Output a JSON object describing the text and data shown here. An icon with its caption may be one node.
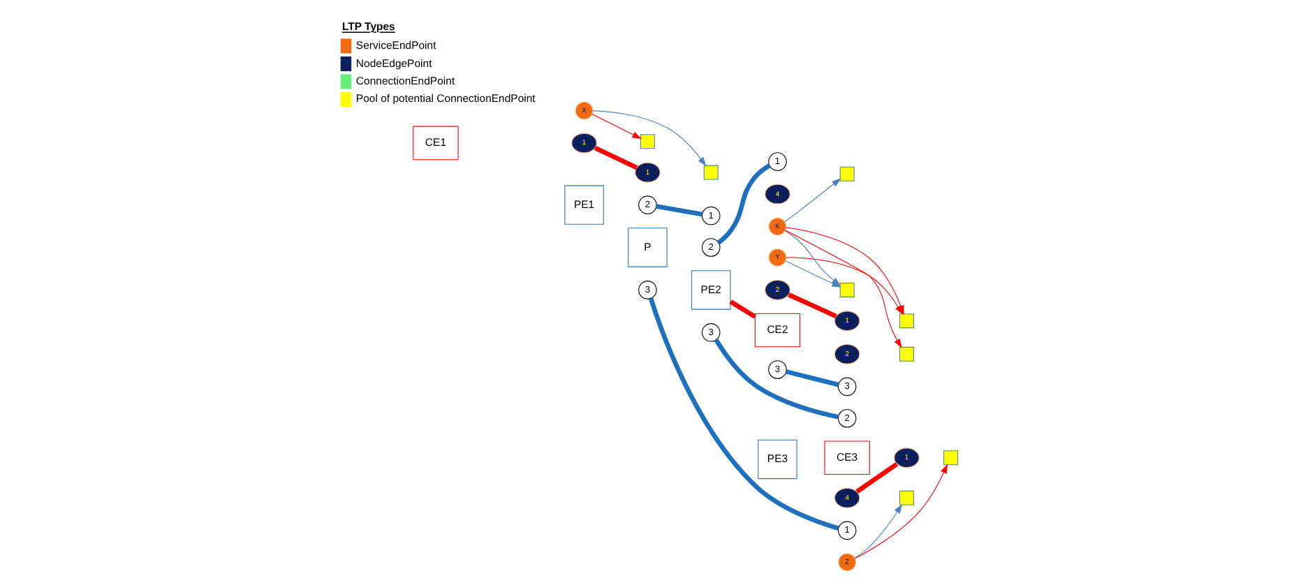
{
  "diagram": {
    "nodes": [
      {
        "text": [
          "CE1"
        ]
      },
      {
        "text": [
          "PE1"
        ]
      },
      {
        "text": [
          "P"
        ]
      },
      {
        "text": [
          "PE2"
        ]
      },
      {
        "text": [
          "CE2"
        ]
      },
      {
        "text": [
          "PE3"
        ]
      },
      {
        "text": [
          "CE3"
        ]
      },
      {
        "text": [
          "X"
        ]
      },
      {
        "text": [
          "Y"
        ]
      },
      {
        "text": [
          "K"
        ]
      },
      {
        "text": [
          "Z"
        ]
      },
      {
        "text": [
          "2"
        ]
      },
      {
        "text": [
          "3"
        ]
      },
      {
        "text": [
          "1"
        ]
      },
      {
        "text": [
          "2"
        ]
      },
      {
        "text": [
          "3"
        ]
      },
      {
        "text": [
          "1"
        ]
      },
      {
        "text": [
          "3"
        ]
      },
      {
        "text": [
          "2"
        ]
      },
      {
        "text": [
          "1"
        ]
      },
      {
        "text": [
          "3"
        ]
      },
      {
        "text": [
          "1"
        ]
      },
      {
        "text": [
          "1"
        ]
      },
      {
        "text": [
          "2"
        ]
      },
      {
        "text": [
          "1"
        ]
      },
      {
        "text": [
          "2"
        ]
      },
      {
        "text": [
          "4"
        ]
      },
      {
        "text": [
          "4"
        ]
      },
      {
        "text": [
          "1"
        ]
      },
      {
        "text": [],
        "shape": "box"
      },
      {
        "text": [],
        "shape": "box"
      },
      {
        "text": [],
        "shape": "box"
      },
      {
        "text": [],
        "shape": "box"
      },
      {
        "text": [],
        "shape": "box"
      },
      {
        "text": [],
        "shape": "box"
      },
      {
        "text": [],
        "shape": "box"
      },
      {
        "text": [],
        "shape": "box"
      }
    ],
    "edges": [
      {
        "from": 11,
        "to": 13,
        "arrow": "none",
        "style": "thick",
        "color": "#1f6fbf"
      },
      {
        "from": 12,
        "to": 19,
        "arrow": "none",
        "style": "thick",
        "color": "#1f6fbf"
      },
      {
        "from": 14,
        "to": 16,
        "arrow": "none",
        "style": "thick",
        "color": "#1f6fbf"
      },
      {
        "from": 15,
        "to": 18,
        "arrow": "none",
        "style": "thick",
        "color": "#1f6fbf"
      },
      {
        "from": 17,
        "to": 20,
        "arrow": "none",
        "style": "thick",
        "color": "#1f6fbf"
      },
      {
        "from": 21,
        "to": 22,
        "arrow": "none",
        "style": "thick",
        "color": "#ff0000"
      },
      {
        "from": 23,
        "to": 24,
        "arrow": "none",
        "style": "thick",
        "color": "#ff0000"
      },
      {
        "from": 3,
        "to": 4,
        "arrow": "none",
        "style": "thick",
        "color": "#ff0000"
      },
      {
        "from": 27,
        "to": 28,
        "arrow": "none",
        "style": "thick",
        "color": "#ff0000"
      },
      {
        "from": 7,
        "to": 29,
        "arrow": "to",
        "color": "#ff0000"
      },
      {
        "from": 7,
        "to": 30,
        "arrow": "to",
        "color": "#4f81bd"
      },
      {
        "from": 8,
        "to": 33,
        "arrow": "to",
        "color": "#4f81bd"
      },
      {
        "from": 8,
        "to": 35,
        "arrow": "to",
        "color": "#ff0000"
      },
      {
        "from": 9,
        "to": 33,
        "arrow": "to",
        "color": "#4f81bd"
      },
      {
        "from": 9,
        "to": 34,
        "arrow": "to",
        "color": "#4f81bd"
      },
      {
        "from": 9,
        "to": 35,
        "arrow": "to",
        "color": "#ff0000"
      },
      {
        "from": 9,
        "to": 36,
        "arrow": "to",
        "color": "#ff0000"
      },
      {
        "from": 10,
        "to": 31,
        "arrow": "to",
        "color": "#4f81bd"
      },
      {
        "from": 10,
        "to": 32,
        "arrow": "to",
        "color": "#ff0000"
      }
    ],
    "labels": [
      "LTP Types"
    ],
    "legend": [
      {
        "text": "ServiceEndPoint",
        "color": "#f26b0f"
      },
      {
        "text": "NodeEdgePoint",
        "color": "#0b1f5c"
      },
      {
        "text": "ConnectionEndPoint",
        "color": "#66ee77"
      },
      {
        "text": "Pool of potential ConnectionEndPoint"
      }
    ]
  }
}
